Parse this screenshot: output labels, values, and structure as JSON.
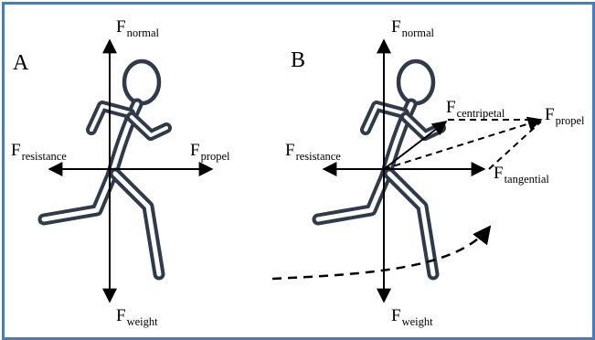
{
  "colors": {
    "border": "#4a7bbf",
    "figure_outline": "#2f3a4a",
    "arrow": "#000000"
  },
  "panels": [
    {
      "label": "A",
      "forces": {
        "normal": {
          "symbol": "F",
          "sub": "normal"
        },
        "weight": {
          "symbol": "F",
          "sub": "weight"
        },
        "resistance": {
          "symbol": "F",
          "sub": "resistance"
        },
        "propel": {
          "symbol": "F",
          "sub": "propel"
        }
      }
    },
    {
      "label": "B",
      "forces": {
        "normal": {
          "symbol": "F",
          "sub": "normal"
        },
        "weight": {
          "symbol": "F",
          "sub": "weight"
        },
        "resistance": {
          "symbol": "F",
          "sub": "resistance"
        },
        "propel": {
          "symbol": "F",
          "sub": "propel"
        },
        "centripetal": {
          "symbol": "F",
          "sub": "centripetal"
        },
        "tangential": {
          "symbol": "F",
          "sub": "tangential"
        }
      }
    }
  ]
}
